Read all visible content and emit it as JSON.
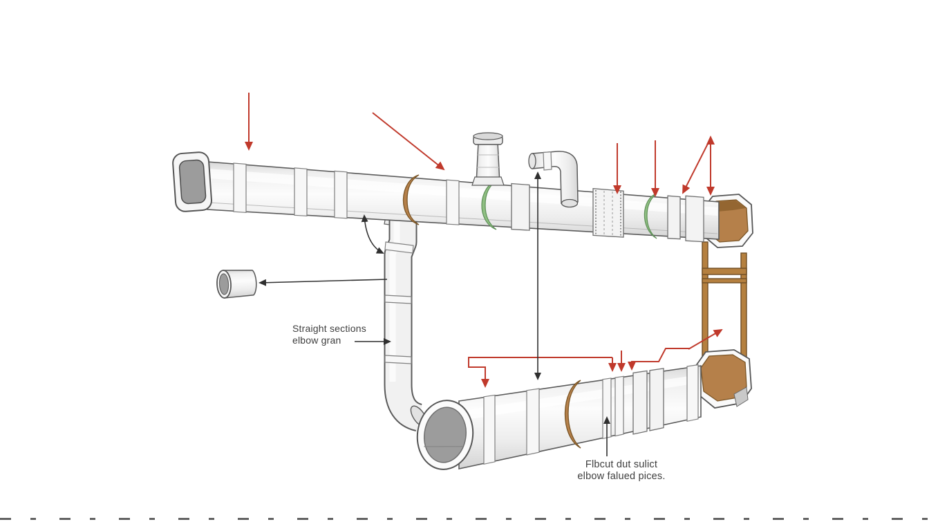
{
  "labels": {
    "straight_sections": {
      "line1": "Straight sections",
      "line2": "elbow gran"
    },
    "duct_note": {
      "line1": "Flbcut dut sulict",
      "line2": "elbow falued pices."
    }
  },
  "colors": {
    "background": "#ffffff",
    "pipe_fill": "#f1f1f1",
    "pipe_outline": "#5a5a5a",
    "opening_gray": "#9c9c9c",
    "band_brown": "#b5804a",
    "band_green": "#8fbf82",
    "frame_brown": "#b5803f",
    "arrow_red": "#c0392b",
    "arrow_black": "#2f2f2f",
    "label_text": "#3d3d3d"
  },
  "parts": [
    "top-duct-pipe",
    "rect-duct-inlet-flange",
    "t-branch-fitting",
    "gooseneck-elbow",
    "corrugated-coupling",
    "green-seal-bands",
    "brown-seal-bands",
    "octagonal-wall-flanges",
    "mounting-frame",
    "vertical-elbow-duct",
    "short-coupling-piece",
    "lower-duct-pipe"
  ]
}
